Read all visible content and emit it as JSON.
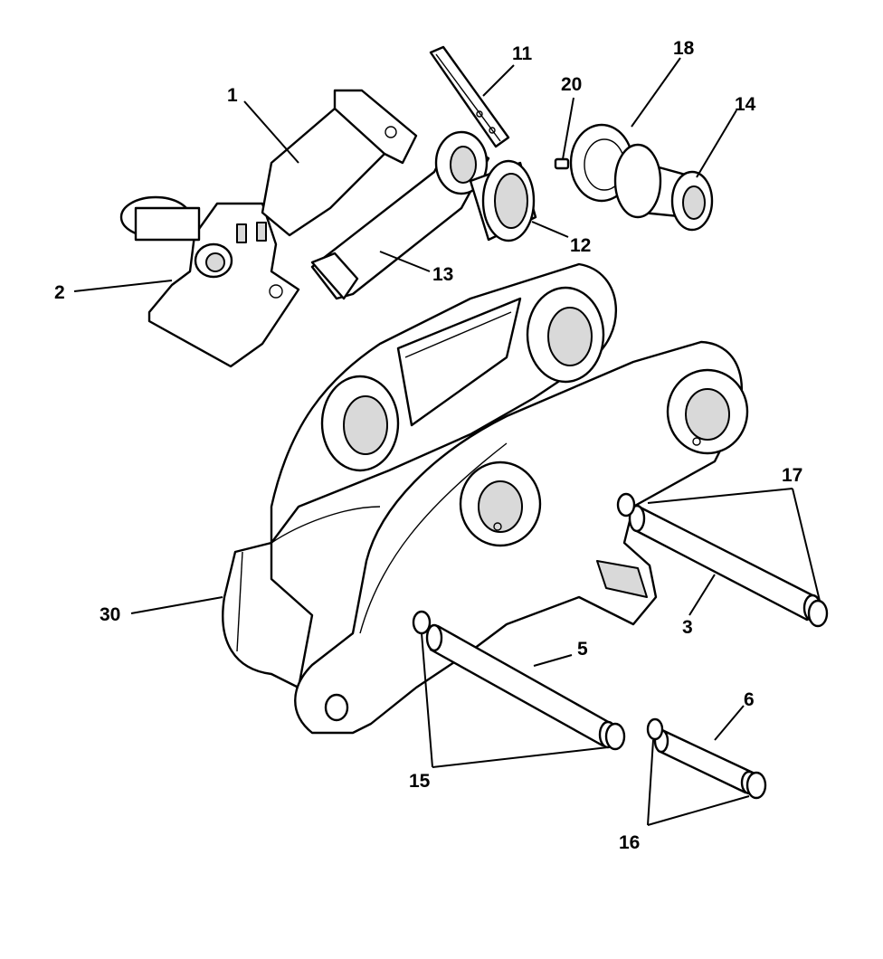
{
  "callouts": {
    "c1": "1",
    "c2": "2",
    "c3": "3",
    "c5": "5",
    "c6": "6",
    "c11": "11",
    "c12": "12",
    "c13": "13",
    "c14": "14",
    "c15": "15",
    "c16": "16",
    "c17": "17",
    "c18": "18",
    "c20": "20",
    "c30": "30"
  }
}
